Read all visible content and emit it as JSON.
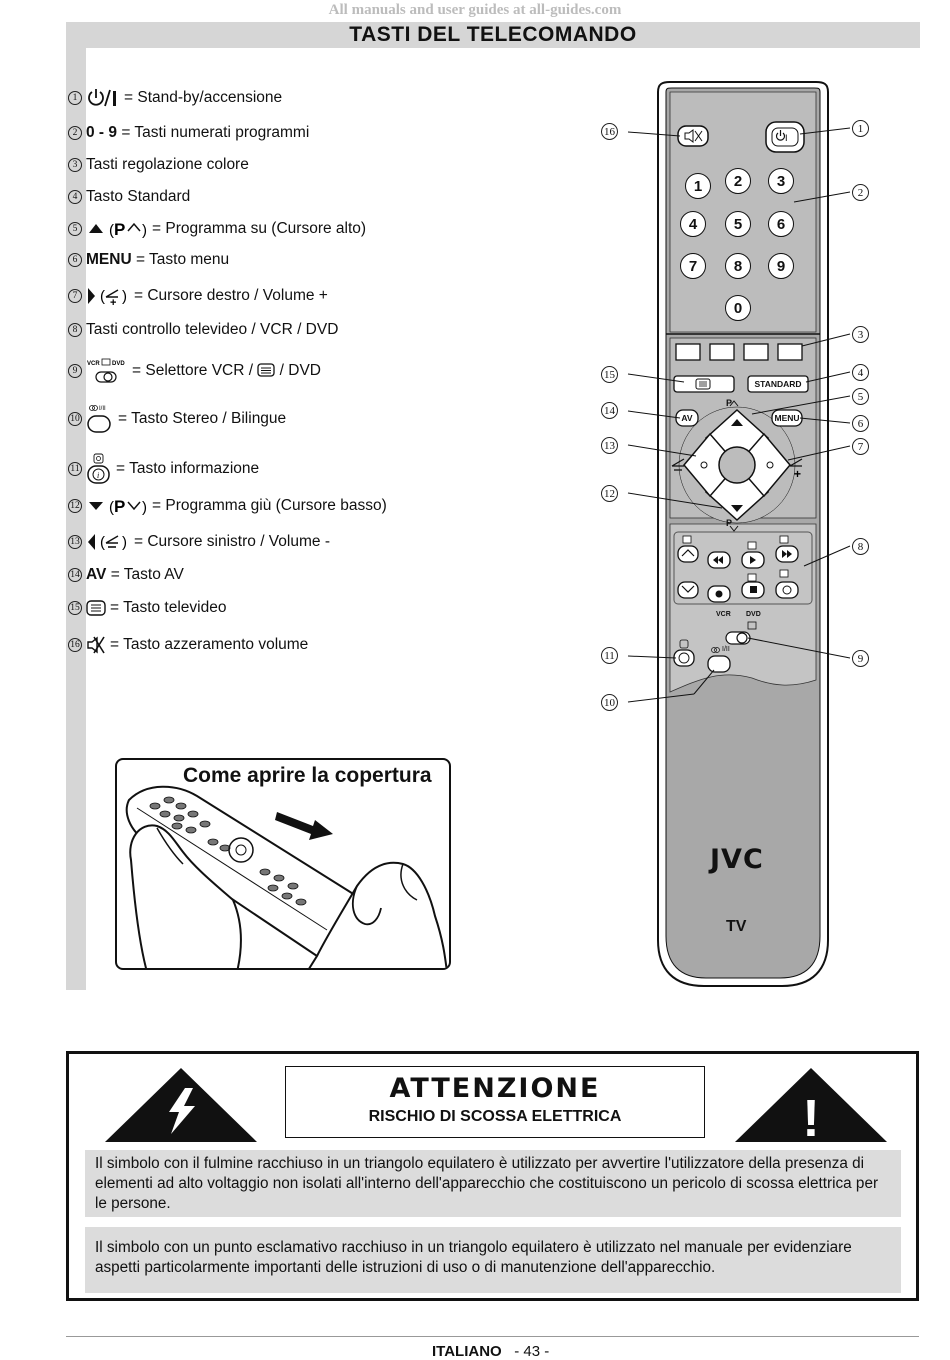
{
  "watermark": "All manuals and user guides at all-guides.com",
  "title": "TASTI  DEL  TELECOMANDO",
  "keys": [
    {
      "num": "1",
      "symbol": "power-icon",
      "bold": "",
      "text": "= Stand-by/accensione"
    },
    {
      "num": "2",
      "symbol": "",
      "bold": "0 - 9",
      "text": "= Tasti numerati programmi"
    },
    {
      "num": "3",
      "symbol": "",
      "bold": "",
      "text": "Tasti regolazione colore"
    },
    {
      "num": "4",
      "symbol": "",
      "bold": "",
      "text": "Tasto Standard"
    },
    {
      "num": "5",
      "symbol": "up-triangle-icon",
      "bold": "",
      "text": "= Programma su (Cursore alto)"
    },
    {
      "num": "6",
      "symbol": "",
      "bold": "MENU",
      "text": "= Tasto menu"
    },
    {
      "num": "7",
      "symbol": "right-triangle-icon",
      "bold": "",
      "text": "= Cursore destro / Volume +"
    },
    {
      "num": "8",
      "symbol": "",
      "bold": "",
      "text": "Tasti controllo televideo / VCR / DVD"
    },
    {
      "num": "9",
      "symbol": "vcr-dvd-switch-icon",
      "bold": "",
      "text": "= Selettore VCR /  / DVD"
    },
    {
      "num": "10",
      "symbol": "stereo-button-icon",
      "bold": "",
      "text": "= Tasto Stereo / Bilingue"
    },
    {
      "num": "11",
      "symbol": "info-button-icon",
      "bold": "",
      "text": "= Tasto informazione"
    },
    {
      "num": "12",
      "symbol": "down-triangle-icon",
      "bold": "",
      "text": "= Programma giù (Cursore basso)"
    },
    {
      "num": "13",
      "symbol": "left-triangle-icon",
      "bold": "",
      "text": "= Cursore sinistro / Volume -"
    },
    {
      "num": "14",
      "symbol": "",
      "bold": "AV",
      "text": "= Tasto AV"
    },
    {
      "num": "15",
      "symbol": "teletext-icon",
      "bold": "",
      "text": "= Tasto televideo"
    },
    {
      "num": "16",
      "symbol": "mute-icon",
      "bold": "",
      "text": "= Tasto azzeramento volume"
    }
  ],
  "cover": {
    "title": "Come aprire la copertura"
  },
  "remote": {
    "brand": "JVC",
    "model": "TV",
    "digits": [
      "1",
      "2",
      "3",
      "4",
      "5",
      "6",
      "7",
      "8",
      "9",
      "0"
    ],
    "btn_standard": "STANDARD",
    "btn_av": "AV",
    "btn_menu": "MENU",
    "label_p": "P",
    "label_vcr": "VCR",
    "label_dvd": "DVD",
    "label_stereo": "I/II",
    "label_power": "I",
    "callouts": [
      "1",
      "2",
      "3",
      "4",
      "5",
      "6",
      "7",
      "8",
      "9",
      "10",
      "11",
      "12",
      "13",
      "14",
      "15",
      "16"
    ]
  },
  "warning": {
    "heading": "ATTENZIONE",
    "subheading": "RISCHIO DI SCOSSA ELETTRICA",
    "exclamation": "!",
    "para1": "Il simbolo con il fulmine racchiuso in un triangolo equilatero è utilizzato per avvertire l'utilizzatore della presenza di elementi ad alto voltaggio non isolati all'interno dell'apparecchio che costituiscono un pericolo di scossa elettrica per le persone.",
    "para2": "Il simbolo con un punto esclamativo racchiuso in un triangolo equilatero è utilizzato nel manuale per evidenziare aspetti particolarmente importanti delle istruzioni di uso o di manutenzione dell'apparecchio."
  },
  "footer": {
    "language": "ITALIANO",
    "page": "- 43 -"
  }
}
